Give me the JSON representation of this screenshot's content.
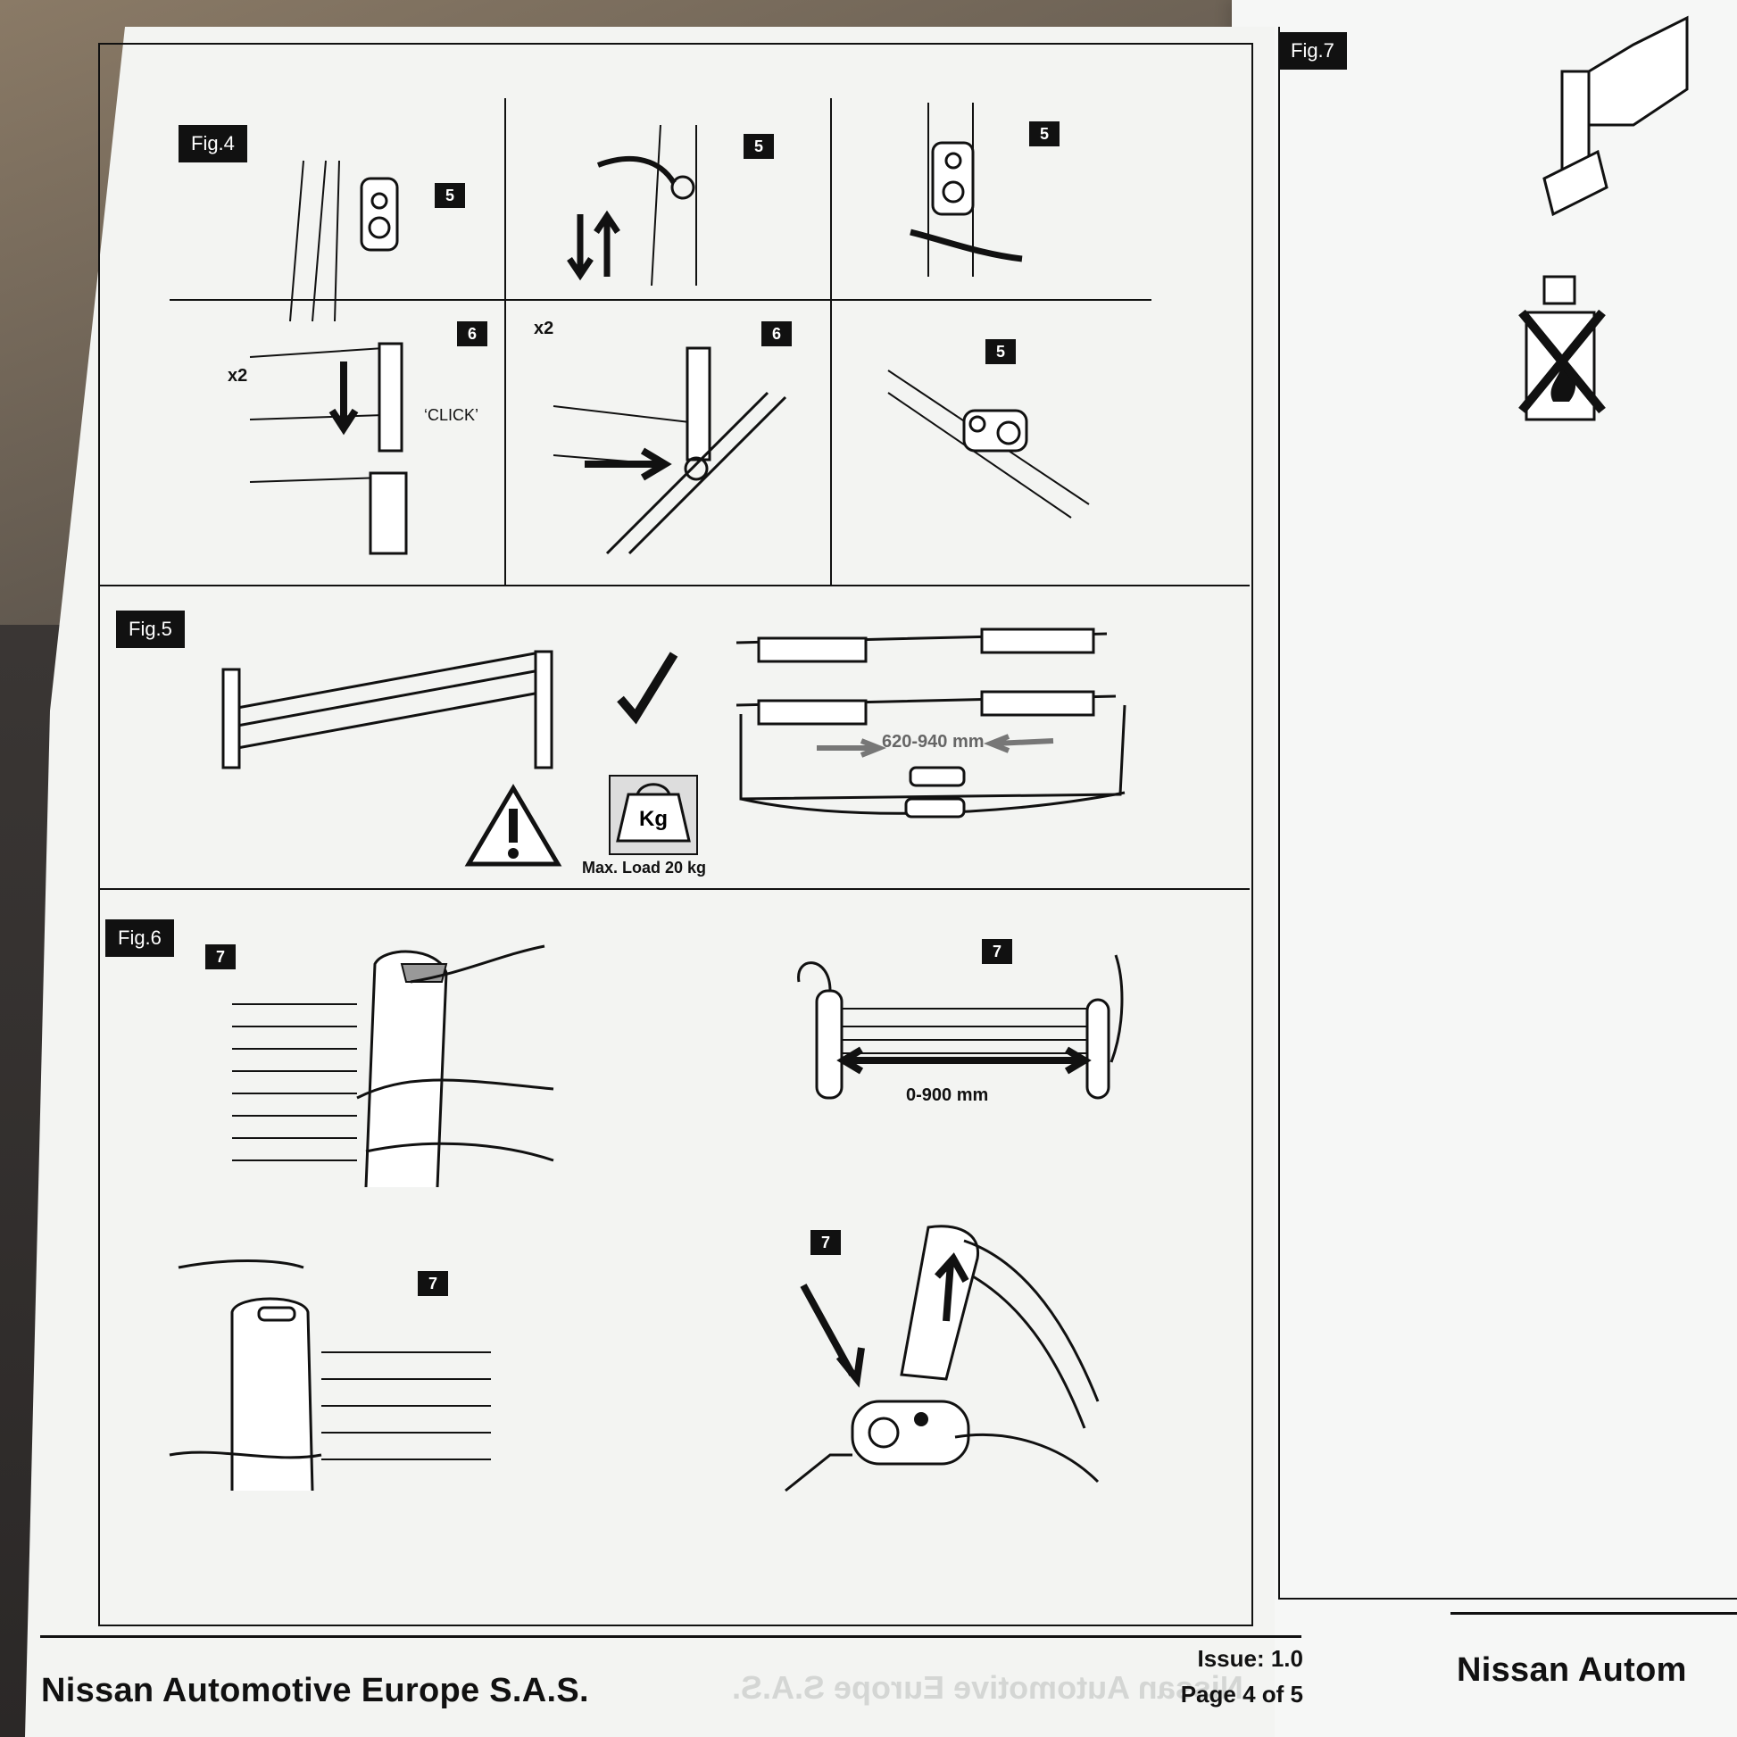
{
  "figures": {
    "fig4": "Fig.4",
    "fig5": "Fig.5",
    "fig6": "Fig.6",
    "fig7": "Fig.7"
  },
  "callouts": {
    "c5": "5",
    "c6": "6",
    "c7": "7"
  },
  "annotations": {
    "x2": "x2",
    "click": "‘CLICK’",
    "range_fig5": "620-940 mm",
    "kg": "Kg",
    "max_load": "Max. Load 20 kg",
    "range_fig6": "0-900 mm"
  },
  "footer": {
    "company": "Nissan Automotive Europe S.A.S.",
    "issue": "Issue: 1.0",
    "page": "Page 4 of 5",
    "company_right": "Nissan Autom"
  },
  "colors": {
    "ink": "#111111",
    "paper": "#f3f4f2"
  },
  "icons": [
    "lock-icon",
    "unlock-icon",
    "warning-icon",
    "checkmark-icon",
    "weight-icon",
    "no-flammable-icon",
    "arrow-icon"
  ]
}
